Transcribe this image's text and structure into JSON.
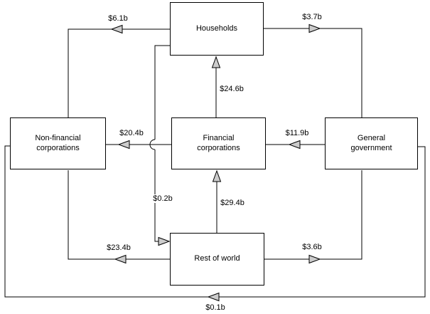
{
  "diagram": {
    "background": "#ffffff",
    "line_color": "#000000",
    "arrow_fill": "#cccccc",
    "nodes": {
      "households": "Households",
      "non_financial": "Non-financial corporations",
      "financial": "Financial corporations",
      "government": "General government",
      "rest_of_world": "Rest of world"
    },
    "flows": [
      {
        "from": "Households",
        "to": "Non-financial corporations",
        "value": "$6.1b"
      },
      {
        "from": "Households",
        "to": "General government",
        "value": "$3.7b"
      },
      {
        "from": "Financial corporations",
        "to": "Households",
        "value": "$24.6b"
      },
      {
        "from": "Financial corporations",
        "to": "Non-financial corporations",
        "value": "$20.4b"
      },
      {
        "from": "General government",
        "to": "Financial corporations",
        "value": "$11.9b"
      },
      {
        "from": "Households",
        "to": "Rest of world",
        "value": "$0.2b"
      },
      {
        "from": "Rest of world",
        "to": "Financial corporations",
        "value": "$29.4b"
      },
      {
        "from": "Rest of world",
        "to": "Non-financial corporations",
        "value": "$23.4b"
      },
      {
        "from": "Rest of world",
        "to": "General government",
        "value": "$3.6b"
      },
      {
        "from": "General government",
        "to": "Non-financial corporations",
        "value": "$0.1b"
      }
    ]
  }
}
